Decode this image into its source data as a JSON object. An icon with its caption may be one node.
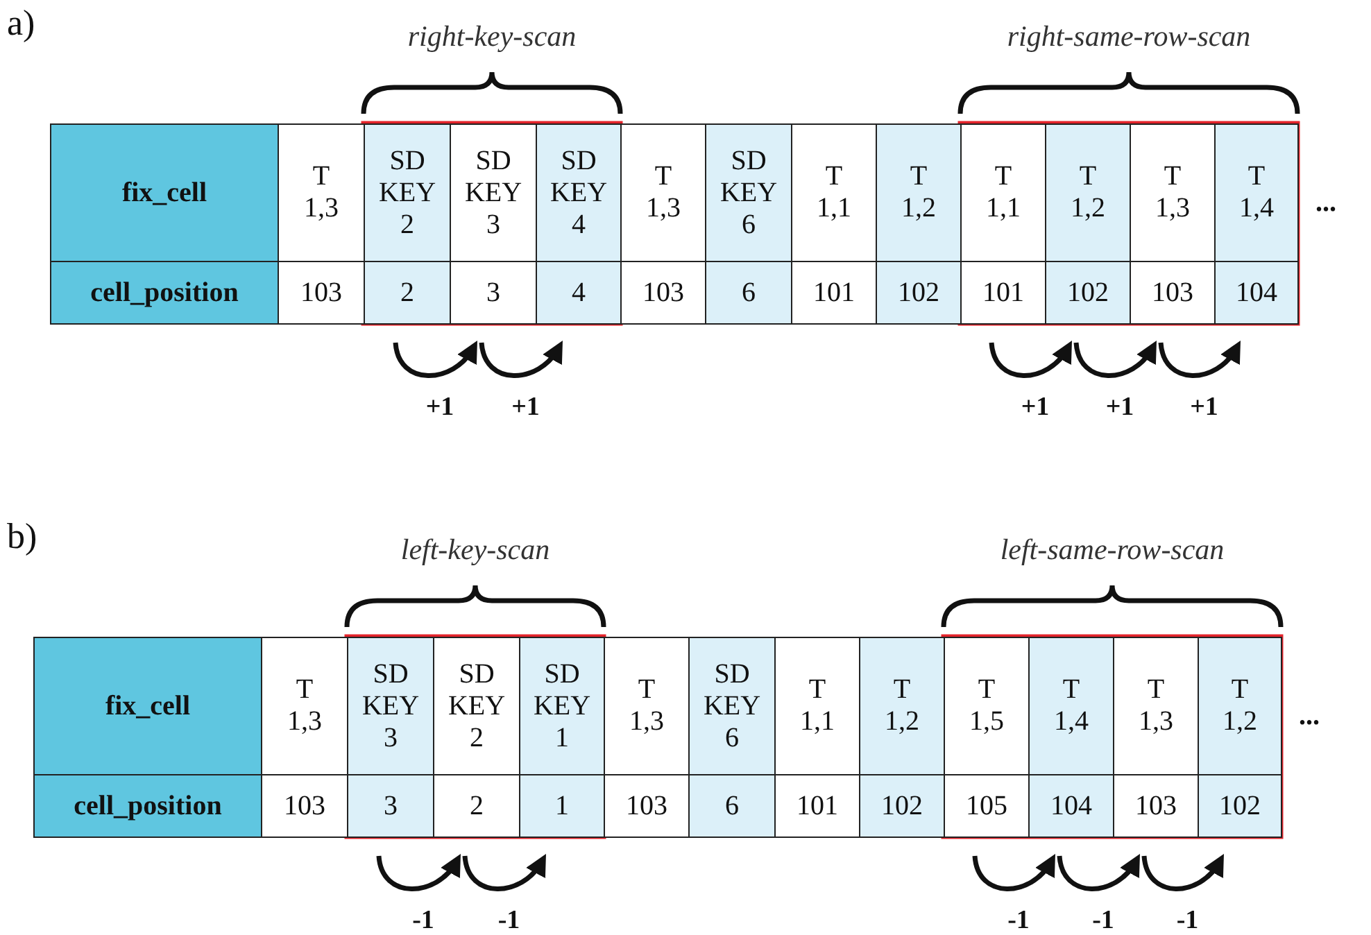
{
  "diagram": {
    "labels": [
      "a)",
      "right-key-scan",
      "right-same-row-scan",
      "fix_cell",
      "T 1,3",
      "SD KEY 2",
      "SD KEY 3",
      "SD KEY 4",
      "T 1,3",
      "SD KEY 6",
      "T 1,1",
      "T 1,2",
      "T 1,1",
      "T 1,2",
      "T 1,3",
      "T 1,4",
      "cell_position",
      "103",
      "2",
      "3",
      "4",
      "103",
      "6",
      "101",
      "102",
      "101",
      "102",
      "103",
      "104",
      "...",
      "+1",
      "+1",
      "+1",
      "+1",
      "+1",
      "b)",
      "left-key-scan",
      "left-same-row-scan",
      "fix_cell",
      "T 1,3",
      "SD KEY 3",
      "SD KEY 2",
      "SD KEY 1",
      "T 1,3",
      "SD KEY 6",
      "T 1,1",
      "T 1,2",
      "T 1,5",
      "T 1,4",
      "T 1,3",
      "T 1,2",
      "cell_position",
      "103",
      "3",
      "2",
      "1",
      "103",
      "6",
      "101",
      "102",
      "105",
      "104",
      "103",
      "102",
      "...",
      "-1",
      "-1",
      "-1",
      "-1",
      "-1"
    ]
  }
}
